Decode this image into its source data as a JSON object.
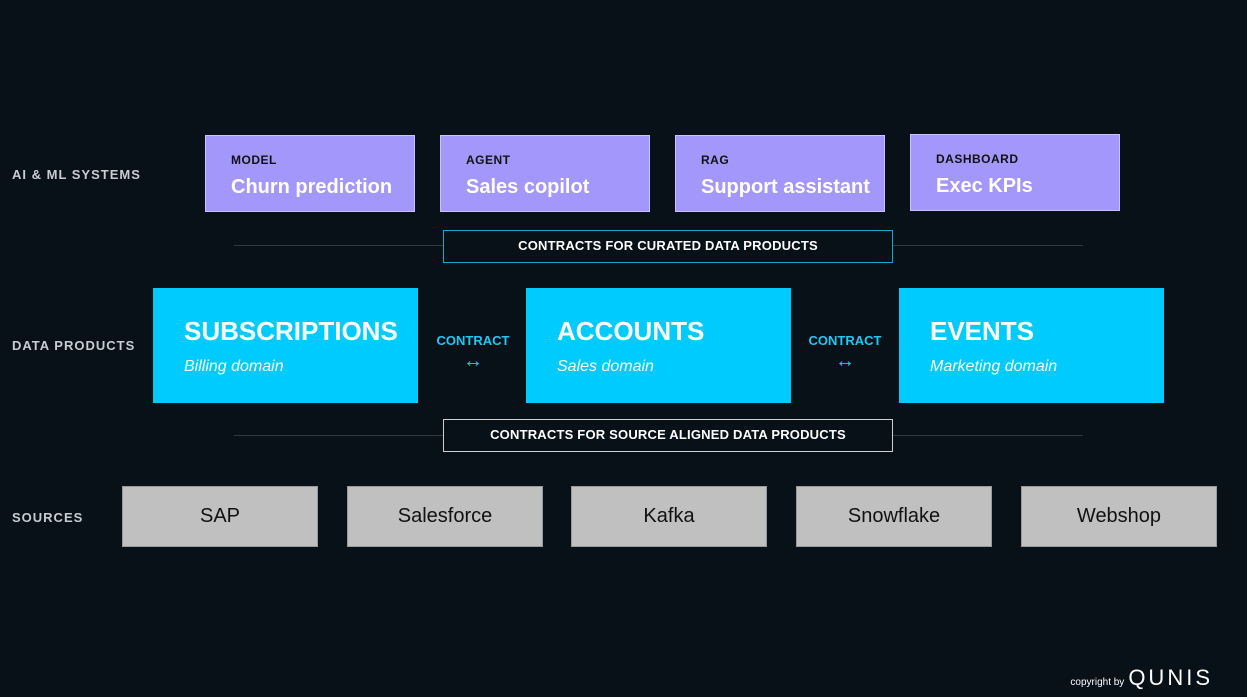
{
  "rows": {
    "ai": "AI & ML SYSTEMS",
    "data_products": "DATA PRODUCTS",
    "sources": "SOURCES"
  },
  "ai_systems": [
    {
      "type": "MODEL",
      "title": "Churn prediction"
    },
    {
      "type": "AGENT",
      "title": "Sales copilot"
    },
    {
      "type": "RAG",
      "title": "Support assistant"
    },
    {
      "type": "DASHBOARD",
      "title": "Exec KPIs"
    }
  ],
  "contracts": {
    "curated": "CONTRACTS FOR CURATED DATA PRODUCTS",
    "source_aligned": "CONTRACTS FOR SOURCE ALIGNED DATA PRODUCTS"
  },
  "data_products": [
    {
      "title": "SUBSCRIPTIONS",
      "domain": "Billing domain"
    },
    {
      "title": "ACCOUNTS",
      "domain": "Sales domain"
    },
    {
      "title": "EVENTS",
      "domain": "Marketing domain"
    }
  ],
  "connectors": [
    {
      "label": "CONTRACT",
      "arrow": "↔"
    },
    {
      "label": "CONTRACT",
      "arrow": "↔"
    }
  ],
  "sources": [
    "SAP",
    "Salesforce",
    "Kafka",
    "Snowflake",
    "Webshop"
  ],
  "footer": {
    "prefix": "copyright by",
    "brand": "QUNIS"
  },
  "colors": {
    "background": "#081018",
    "ai_box": "#a497fb",
    "data_product": "#00cbff",
    "source_box": "#c0c0c0",
    "curated_border": "#1aa6c9",
    "source_border": "#d0d0d0"
  }
}
